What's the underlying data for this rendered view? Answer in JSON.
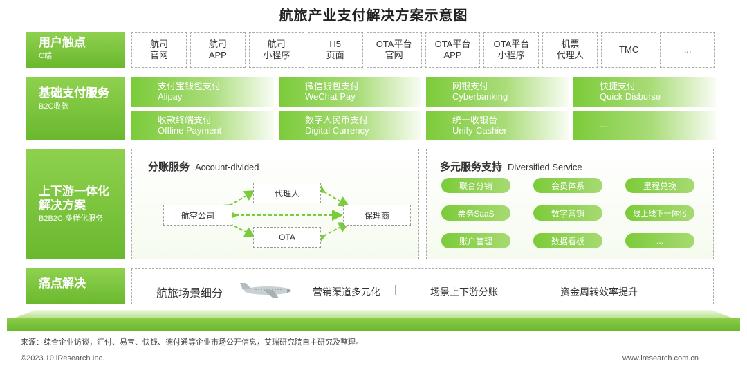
{
  "title": "航旅产业支付解决方案示意图",
  "rows": {
    "touch": {
      "main": "用户触点",
      "sub": "C端"
    },
    "pay": {
      "main": "基础支付服务",
      "sub": "B2C收款"
    },
    "solution": {
      "main": "上下游一体化\n解决方案",
      "sub": "B2B2C 多样化服务"
    },
    "pain": {
      "main": "痛点解决"
    }
  },
  "touchpoints": [
    "航司\n官网",
    "航司\nAPP",
    "航司\n小程序",
    "H5\n页面",
    "OTA平台\n官网",
    "OTA平台\nAPP",
    "OTA平台\n小程序",
    "机票\n代理人",
    "TMC",
    "..."
  ],
  "payments": [
    {
      "cn": "支付宝钱包支付",
      "en": "Alipay"
    },
    {
      "cn": "微信钱包支付",
      "en": "WeChat Pay"
    },
    {
      "cn": "网银支付",
      "en": "Cyberbanking"
    },
    {
      "cn": "快捷支付",
      "en": "Quick Disburse"
    },
    {
      "cn": "收款终端支付",
      "en": "Offline Payment"
    },
    {
      "cn": "数字人民币支付",
      "en": "Digital Currency"
    },
    {
      "cn": "统一收银台",
      "en": "Unify-Cashier"
    },
    {
      "cn": "...",
      "en": ""
    }
  ],
  "account": {
    "title": "分账服务",
    "title_en": "Account-divided",
    "nodes": {
      "airline": "航空公司",
      "agent": "代理人",
      "factor": "保理商",
      "ota": "OTA"
    }
  },
  "diversified": {
    "title": "多元服务支持",
    "title_en": "Diversified Service",
    "items": [
      "联合分销",
      "会员体系",
      "里程兑换",
      "票务SaaS",
      "数字营销",
      "线上线下一体化",
      "账户管理",
      "数据看板",
      "..."
    ]
  },
  "pain_points": [
    "航旅场景细分",
    "营销渠道多元化",
    "场景上下游分账",
    "资金周转效率提升"
  ],
  "source": "来源：综合企业访谈，汇付、易宝、快钱、德付通等企业市场公开信息，艾瑞研究院自主研究及整理。",
  "copyright": "©2023.10 iResearch Inc.",
  "website": "www.iresearch.com.cn",
  "colors": {
    "accent": "#7ccb3a",
    "label_bg": "#6ab82e"
  }
}
